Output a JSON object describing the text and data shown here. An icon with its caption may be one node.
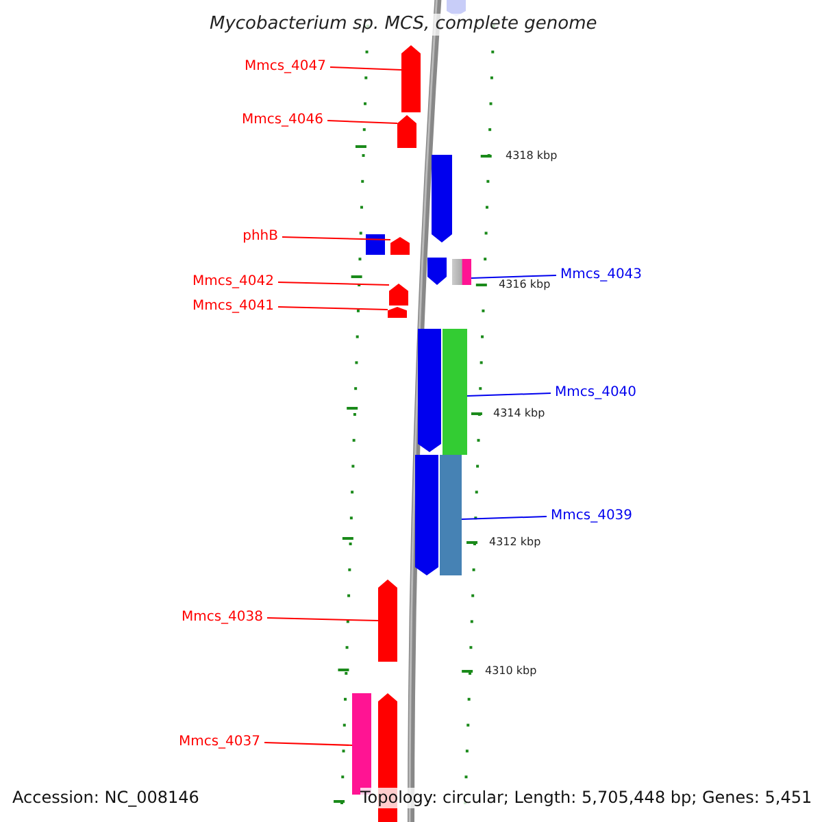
{
  "diagram": {
    "title": "Mycobacterium sp. MCS, complete genome",
    "nodes": [
      {
        "text": [
          "Mmcs_4047"
        ]
      },
      {
        "text": [],
        "shape": "arrow"
      },
      {
        "text": [
          "Mmcs_4046"
        ]
      },
      {
        "text": [],
        "shape": "arrow"
      },
      {
        "text": [
          "phhB"
        ]
      },
      {
        "text": [],
        "shape": "arrow"
      },
      {
        "text": [
          "Mmcs_4042"
        ]
      },
      {
        "text": [],
        "shape": "arrow"
      },
      {
        "text": [
          "Mmcs_4041"
        ]
      },
      {
        "text": [],
        "shape": "arrow"
      },
      {
        "text": [
          "Mmcs_4043"
        ]
      },
      {
        "text": [],
        "shape": "bar"
      },
      {
        "text": [
          "Mmcs_4040"
        ]
      },
      {
        "text": [],
        "shape": "bar"
      },
      {
        "text": [
          "Mmcs_4039"
        ]
      },
      {
        "text": [],
        "shape": "bar"
      },
      {
        "text": [
          "Mmcs_4038"
        ]
      },
      {
        "text": [],
        "shape": "arrow"
      },
      {
        "text": [
          "Mmcs_4037"
        ]
      },
      {
        "text": [],
        "shape": "bar"
      }
    ],
    "edges": [
      {
        "from": 0,
        "to": 1,
        "arrow": "none"
      },
      {
        "from": 2,
        "to": 3,
        "arrow": "none"
      },
      {
        "from": 4,
        "to": 5,
        "arrow": "none"
      },
      {
        "from": 6,
        "to": 7,
        "arrow": "none"
      },
      {
        "from": 8,
        "to": 9,
        "arrow": "none"
      },
      {
        "from": 10,
        "to": 11,
        "arrow": "none",
        "color": "#0000ee"
      },
      {
        "from": 12,
        "to": 13,
        "arrow": "none",
        "color": "#0000ee"
      },
      {
        "from": 14,
        "to": 15,
        "arrow": "none",
        "color": "#0000ee"
      },
      {
        "from": 16,
        "to": 17,
        "arrow": "none"
      },
      {
        "from": 18,
        "to": 19,
        "arrow": "none"
      }
    ],
    "labels": [
      "4318 kbp",
      "4316 kbp",
      "4314 kbp",
      "4312 kbp",
      "4310 kbp",
      "Accession: NC_008146",
      "Topology: circular; Length: 5,705,448 bp; Genes: 5,451"
    ]
  }
}
